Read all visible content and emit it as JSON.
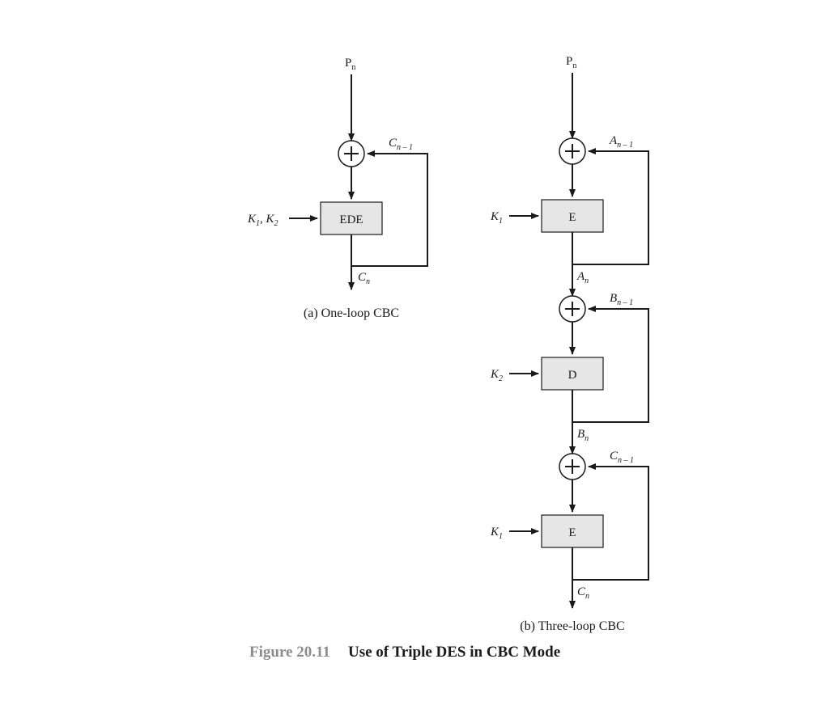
{
  "panel_a": {
    "input": {
      "main": "P",
      "sub": "n"
    },
    "feedback": {
      "main": "C",
      "sub": "n – 1"
    },
    "key": {
      "k1": "K",
      "k1_sub": "1",
      "sep": ", ",
      "k2": "K",
      "k2_sub": "2"
    },
    "block": "EDE",
    "output": {
      "main": "C",
      "sub": "n"
    },
    "caption": "(a) One-loop CBC"
  },
  "panel_b": {
    "input": {
      "main": "P",
      "sub": "n"
    },
    "stages": [
      {
        "feedback": {
          "main": "A",
          "sub": "n – 1"
        },
        "key": {
          "main": "K",
          "sub": "1"
        },
        "block": "E",
        "output": {
          "main": "A",
          "sub": "n"
        }
      },
      {
        "feedback": {
          "main": "B",
          "sub": "n – 1"
        },
        "key": {
          "main": "K",
          "sub": "2"
        },
        "block": "D",
        "output": {
          "main": "B",
          "sub": "n"
        }
      },
      {
        "feedback": {
          "main": "C",
          "sub": "n – 1"
        },
        "key": {
          "main": "K",
          "sub": "1"
        },
        "block": "E",
        "output": {
          "main": "C",
          "sub": "n"
        }
      }
    ],
    "caption": "(b) Three-loop CBC"
  },
  "figure": {
    "number": "Figure 20.11",
    "title": "Use of Triple DES in CBC Mode"
  },
  "colors": {
    "ink": "#1a1a1a",
    "block_fill": "#e6e6e6",
    "figure_number": "#8c8c8c"
  }
}
